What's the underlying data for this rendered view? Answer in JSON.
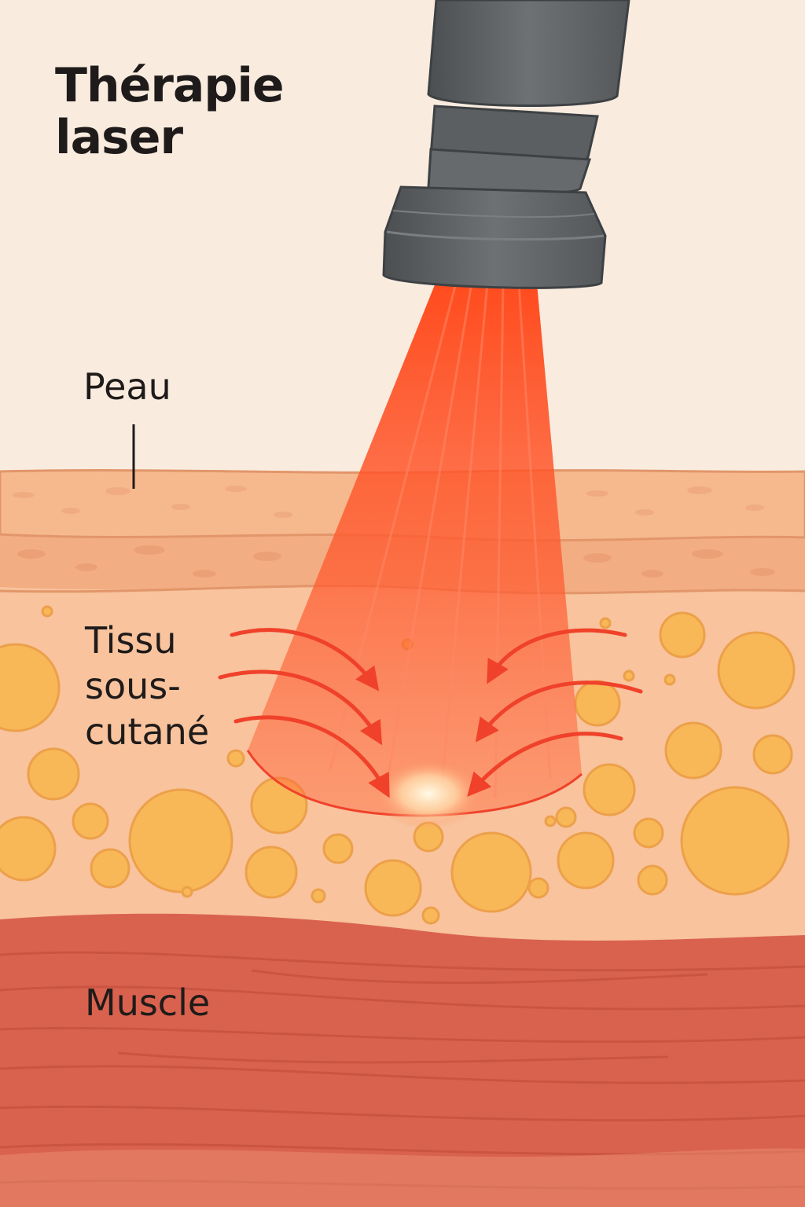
{
  "title_lines": [
    "Thérapie",
    "laser"
  ],
  "labels": {
    "skin": "Peau",
    "subcutaneous_lines": [
      "Tissu",
      "sous-",
      "cutané"
    ],
    "muscle": "Muscle"
  },
  "colors": {
    "background": "#f9ecdf",
    "skin": "#f6b98e",
    "fat_tissue": "#f8c39d",
    "fat_cells": "#f9b857",
    "muscle": "#d9624e",
    "laser": "#ff4b24",
    "device": "#5f6265"
  },
  "icons": [
    "laser-device-icon",
    "laser-beam-icon",
    "arrow-icon"
  ]
}
